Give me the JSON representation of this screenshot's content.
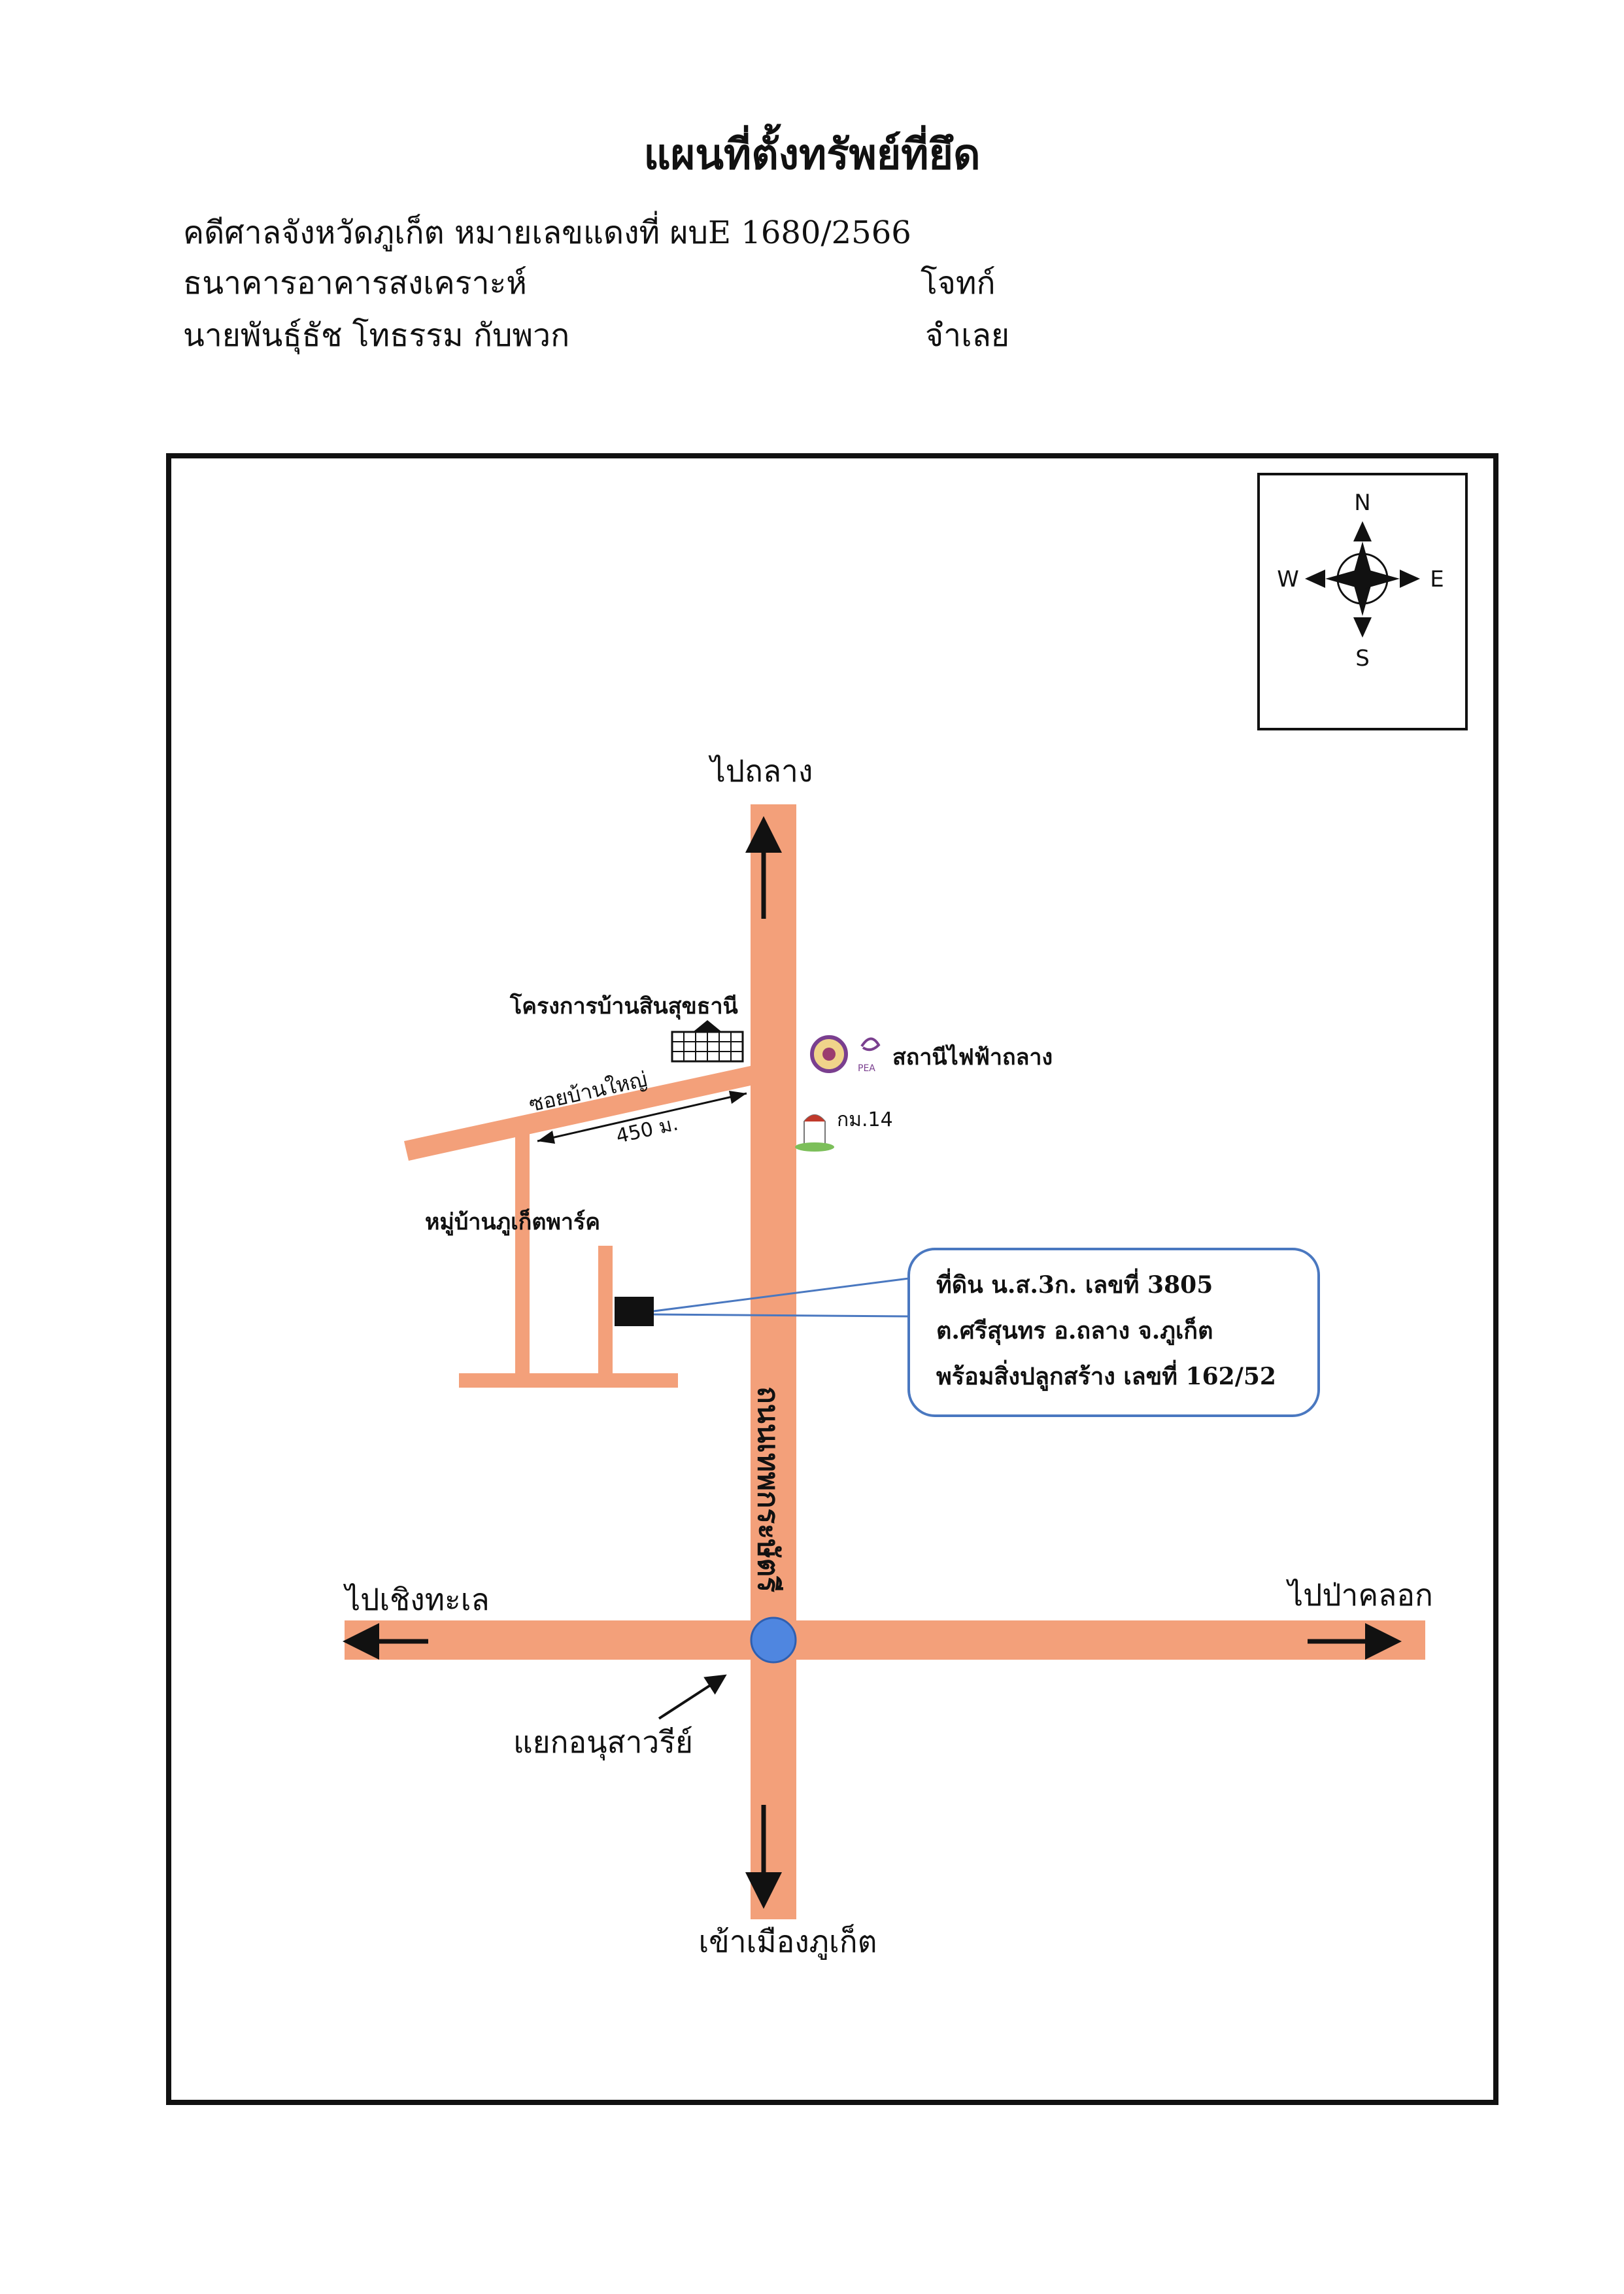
{
  "header": {
    "title": "แผนที่ตั้งทรัพย์ที่ยึด",
    "case_line": "คดีศาลจังหวัดภูเก็ต หมายเลขแดงที่ ผบE 1680/2566",
    "plaintiff_name": "ธนาคารอาคารสงเคราะห์",
    "plaintiff_role": "โจทก์",
    "defendant_name": "นายพันธุ์ธัช  โทธรรม  กับพวก",
    "defendant_role": "จำเลย"
  },
  "compass": {
    "north": "N",
    "south": "S",
    "east": "E",
    "west": "W"
  },
  "map": {
    "colors": {
      "road": "#f3a07a",
      "roundabout": "#4f86e0",
      "callout_border": "#4a78c0",
      "building": "#111111"
    },
    "main_road_name": "ถนนเทพกระษัตรี",
    "direction_north": "ไปถลาง",
    "direction_south": "เข้าเมืองภูเก็ต",
    "direction_west": "ไปเชิงทะเล",
    "direction_east": "ไปป่าคลอก",
    "intersection_name": "แยกอนุสาวรีย์",
    "soi_name": "ซอยบ้านใหญ่",
    "soi_distance": "450 ม.",
    "landmark_housing_project": "โครงการบ้านสินสุขธานี",
    "landmark_pea_logo": "PEA",
    "landmark_pea_station": "สถานีไฟฟ้าถลาง",
    "landmark_km_marker": "กม.14",
    "village_name": "หมู่บ้านภูเก็ตพาร์ค",
    "property_callout": {
      "line1": "ที่ดิน น.ส.3ก. เลขที่ 3805",
      "line2": "ต.ศรีสุนทร อ.ถลาง จ.ภูเก็ต",
      "line3": "พร้อมสิ่งปลูกสร้าง เลขที่ 162/52"
    }
  }
}
